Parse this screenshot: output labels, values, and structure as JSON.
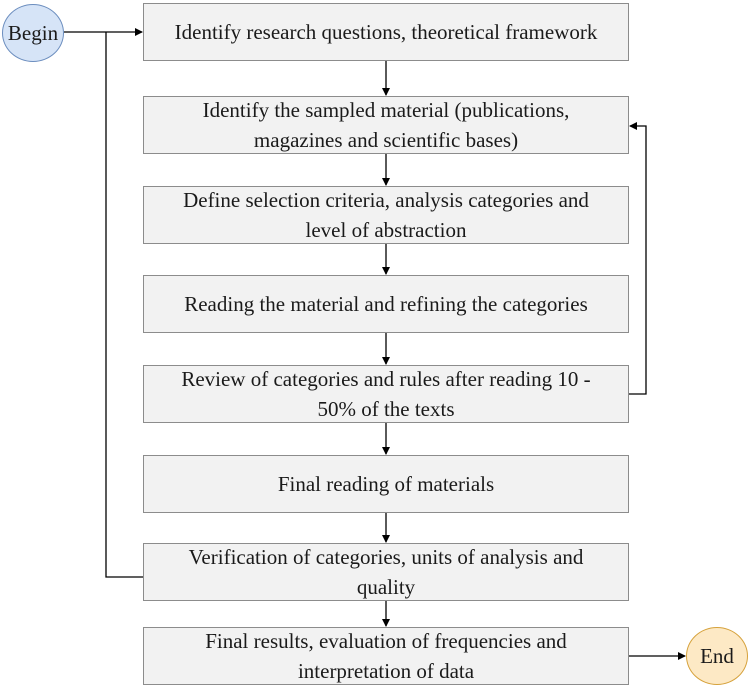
{
  "flowchart": {
    "begin": "Begin",
    "end": "End",
    "steps": [
      {
        "line1": "Identify research questions, theoretical framework",
        "line2": ""
      },
      {
        "line1": "Identify the sampled material (publications,",
        "line2": "magazines and scientific bases)"
      },
      {
        "line1": "Define selection criteria, analysis categories and",
        "line2": "level of abstraction"
      },
      {
        "line1": "Reading the material and refining the categories",
        "line2": ""
      },
      {
        "line1": "Review of categories and rules after reading 10 -",
        "line2": "50% of the texts"
      },
      {
        "line1": "Final reading of materials",
        "line2": ""
      },
      {
        "line1": "Verification of categories, units of analysis and",
        "line2": "quality"
      },
      {
        "line1": "Final results, evaluation of frequencies and",
        "line2": "interpretation of data"
      }
    ]
  },
  "colors": {
    "box_fill": "#f2f2f2",
    "box_border": "#8c8c8c",
    "begin_fill": "#d6e4f7",
    "end_fill": "#fde9c5",
    "connector": "#000000"
  }
}
